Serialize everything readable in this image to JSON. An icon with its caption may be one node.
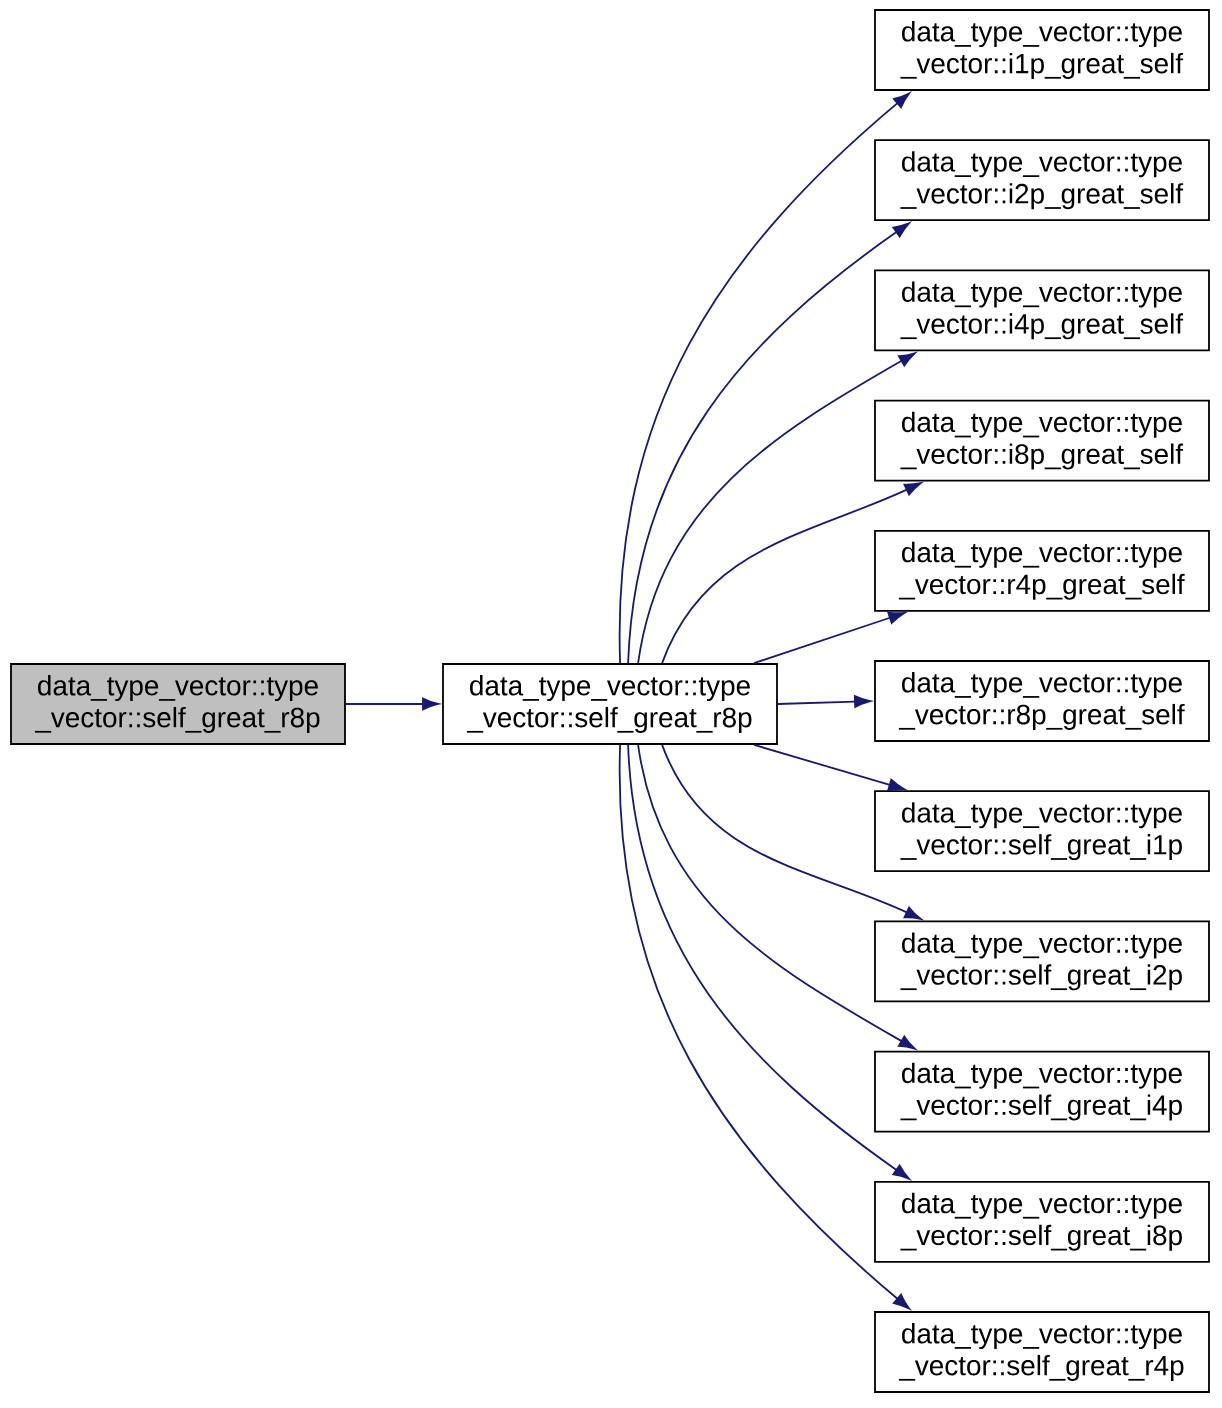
{
  "diagram": {
    "nodes": [
      {
        "text": [
          "data_type_vector::type _vector::self_great_r8p"
        ]
      },
      {
        "text": [
          "data_type_vector::type _vector::self_great_r8p"
        ]
      },
      {
        "text": [
          "data_type_vector::type _vector::i1p_great_self"
        ]
      },
      {
        "text": [
          "data_type_vector::type _vector::i2p_great_self"
        ]
      },
      {
        "text": [
          "data_type_vector::type _vector::i4p_great_self"
        ]
      },
      {
        "text": [
          "data_type_vector::type _vector::i8p_great_self"
        ]
      },
      {
        "text": [
          "data_type_vector::type _vector::r4p_great_self"
        ]
      },
      {
        "text": [
          "data_type_vector::type _vector::r8p_great_self"
        ]
      },
      {
        "text": [
          "data_type_vector::type _vector::self_great_i1p"
        ]
      },
      {
        "text": [
          "data_type_vector::type _vector::self_great_i2p"
        ]
      },
      {
        "text": [
          "data_type_vector::type _vector::self_great_i4p"
        ]
      },
      {
        "text": [
          "data_type_vector::type _vector::self_great_i8p"
        ]
      },
      {
        "text": [
          "data_type_vector::type _vector::self_great_r4p"
        ]
      }
    ],
    "edges": [
      {
        "from": 0,
        "to": 1,
        "arrow": "to"
      },
      {
        "from": 1,
        "to": 2,
        "arrow": "to"
      },
      {
        "from": 1,
        "to": 3,
        "arrow": "to"
      },
      {
        "from": 1,
        "to": 4,
        "arrow": "to"
      },
      {
        "from": 1,
        "to": 5,
        "arrow": "to"
      },
      {
        "from": 1,
        "to": 6,
        "arrow": "to"
      },
      {
        "from": 1,
        "to": 7,
        "arrow": "to"
      },
      {
        "from": 1,
        "to": 8,
        "arrow": "to"
      },
      {
        "from": 1,
        "to": 9,
        "arrow": "to"
      },
      {
        "from": 1,
        "to": 10,
        "arrow": "to"
      },
      {
        "from": 1,
        "to": 11,
        "arrow": "to"
      },
      {
        "from": 1,
        "to": 12,
        "arrow": "to"
      }
    ]
  }
}
